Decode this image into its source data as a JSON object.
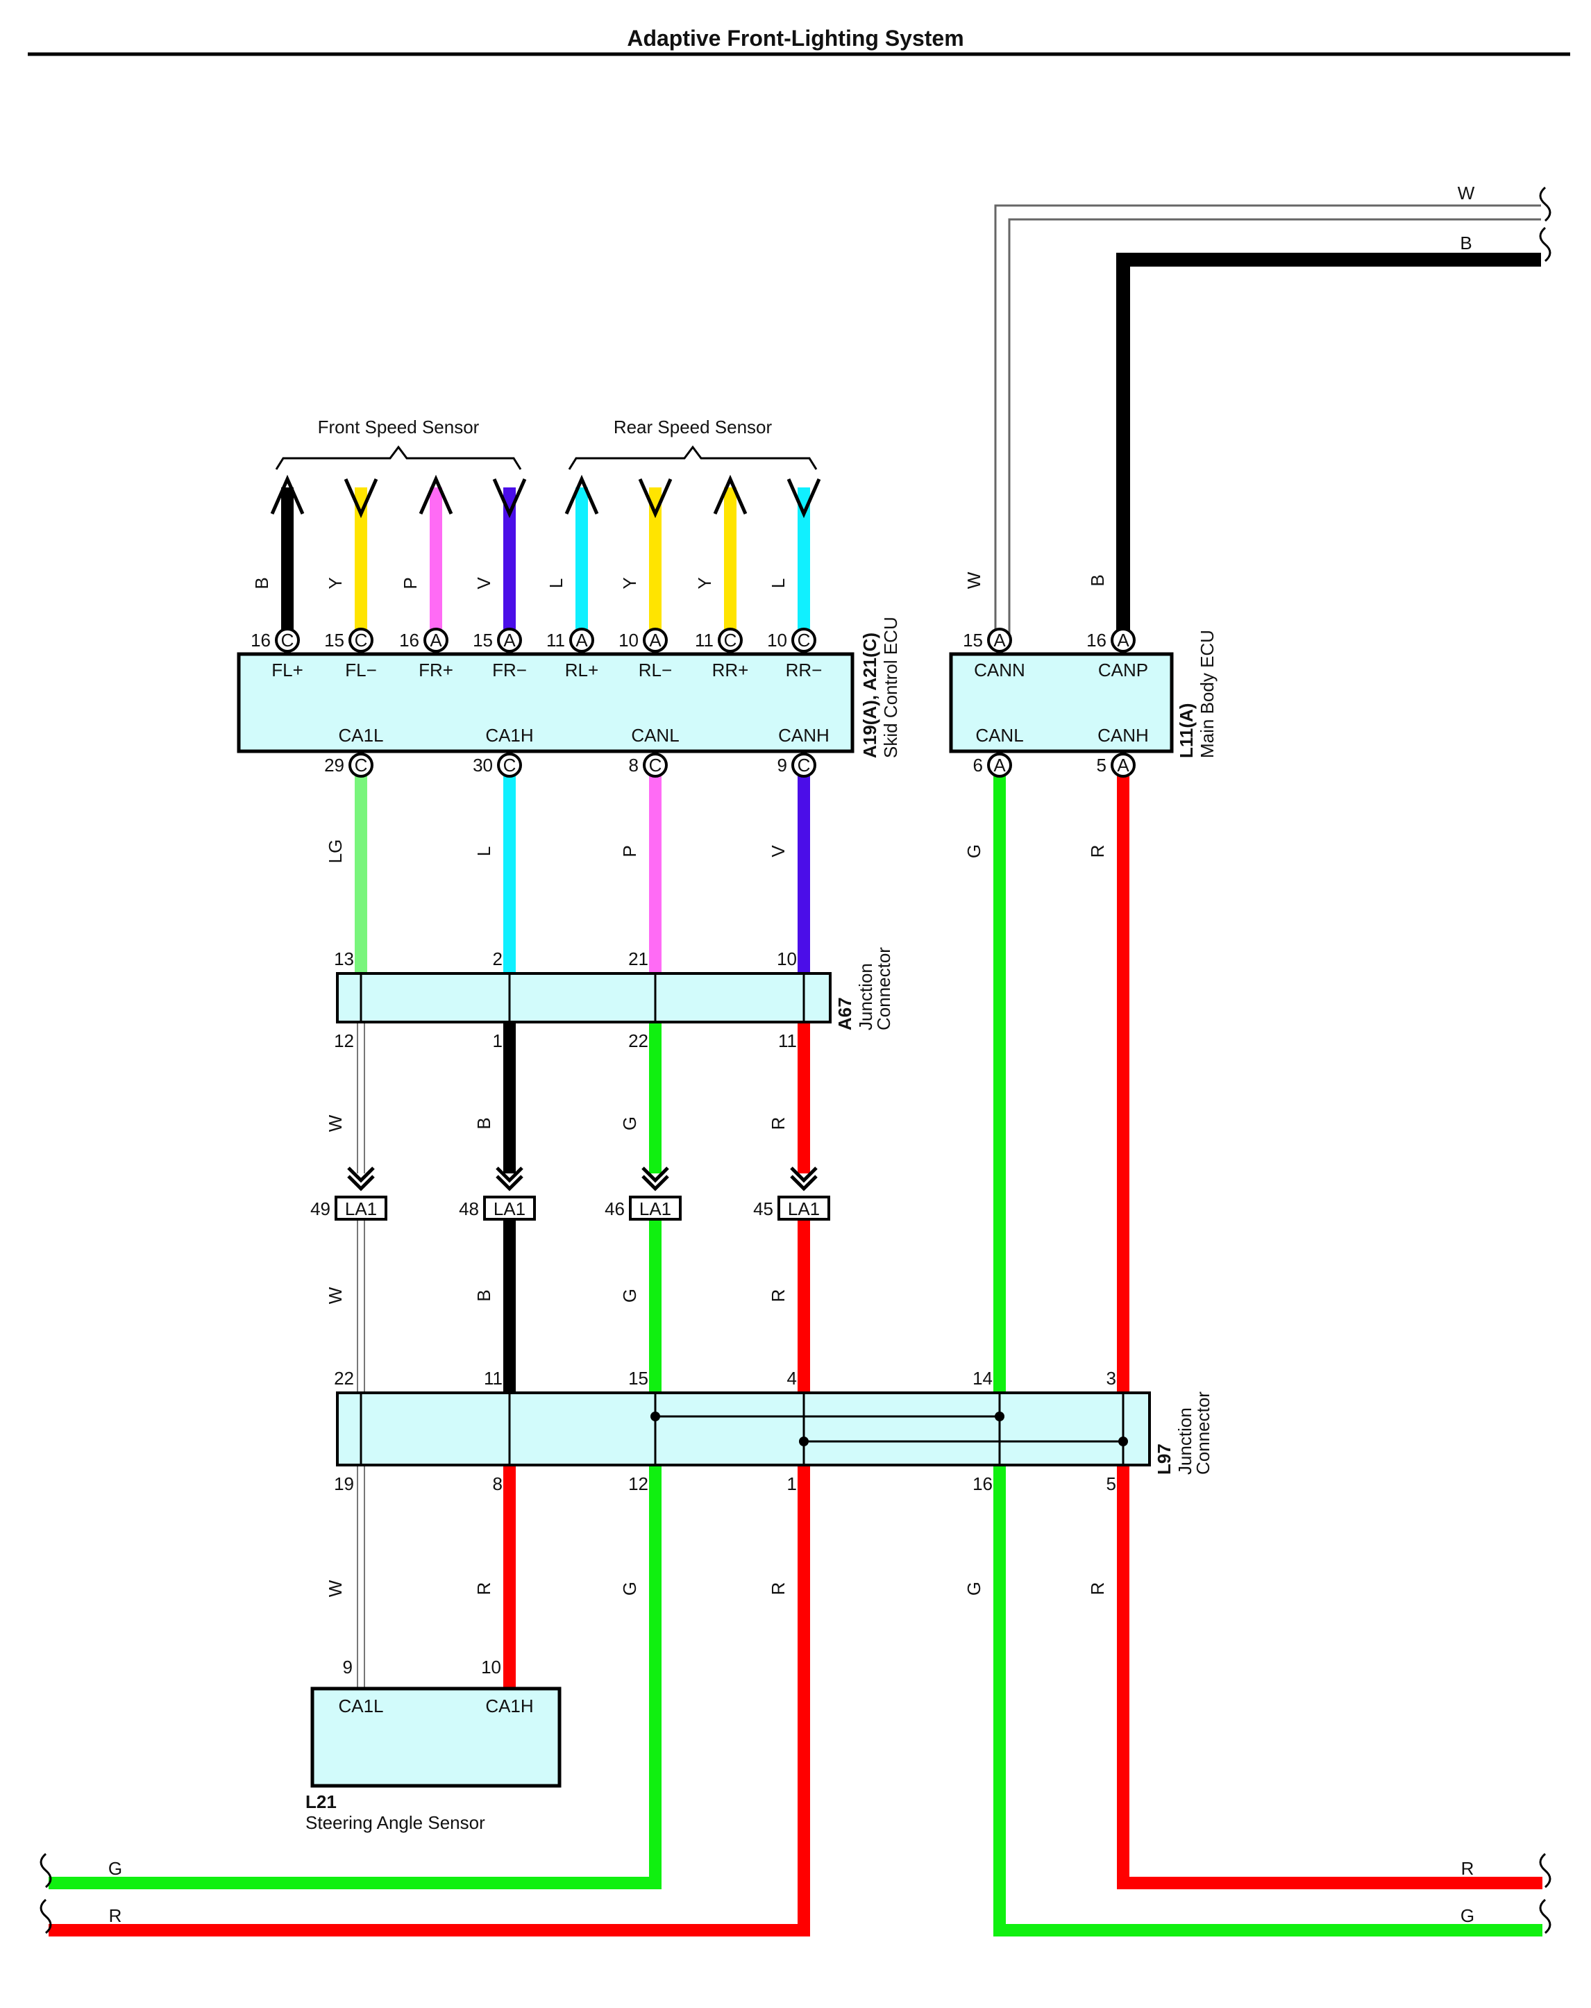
{
  "title": "Adaptive Front-Lighting System",
  "colors": {
    "B": "#000000",
    "W": "#ffffff",
    "Y": "#ffe400",
    "P": "#ff6bf5",
    "V": "#4b0ee8",
    "L": "#10f0ff",
    "LG": "#79f57c",
    "G": "#10f010",
    "R": "#ff0000",
    "box_fill": "#d2fbfb"
  },
  "top_wires": [
    {
      "key": "w",
      "label": "W"
    },
    {
      "key": "b",
      "label": "B"
    }
  ],
  "groups": {
    "front": "Front Speed Sensor",
    "rear": "Rear Speed Sensor"
  },
  "skid_ecu": {
    "code": "A19(A), A21(C)",
    "name": "Skid Control ECU",
    "top_terminals": [
      {
        "pin": "16",
        "conn": "C",
        "signal": "FL+",
        "wire": "B",
        "dir": "up"
      },
      {
        "pin": "15",
        "conn": "C",
        "signal": "FL−",
        "wire": "Y",
        "dir": "down"
      },
      {
        "pin": "16",
        "conn": "A",
        "signal": "FR+",
        "wire": "P",
        "dir": "up"
      },
      {
        "pin": "15",
        "conn": "A",
        "signal": "FR−",
        "wire": "V",
        "dir": "down"
      },
      {
        "pin": "11",
        "conn": "A",
        "signal": "RL+",
        "wire": "L",
        "dir": "up"
      },
      {
        "pin": "10",
        "conn": "A",
        "signal": "RL−",
        "wire": "Y",
        "dir": "down"
      },
      {
        "pin": "11",
        "conn": "C",
        "signal": "RR+",
        "wire": "Y",
        "dir": "up"
      },
      {
        "pin": "10",
        "conn": "C",
        "signal": "RR−",
        "wire": "L",
        "dir": "down"
      }
    ],
    "bottom_terminals": [
      {
        "pin": "29",
        "conn": "C",
        "signal": "CA1L",
        "wire": "LG"
      },
      {
        "pin": "30",
        "conn": "C",
        "signal": "CA1H",
        "wire": "L"
      },
      {
        "pin": "8",
        "conn": "C",
        "signal": "CANL",
        "wire": "P"
      },
      {
        "pin": "9",
        "conn": "C",
        "signal": "CANH",
        "wire": "V"
      }
    ]
  },
  "body_ecu": {
    "code": "L11(A)",
    "name": "Main Body ECU",
    "top_terminals": [
      {
        "pin": "15",
        "conn": "A",
        "signal": "CANN",
        "wire": "W"
      },
      {
        "pin": "16",
        "conn": "A",
        "signal": "CANP",
        "wire": "B"
      }
    ],
    "bottom_terminals": [
      {
        "pin": "6",
        "conn": "A",
        "signal": "CANL",
        "wire": "G"
      },
      {
        "pin": "5",
        "conn": "A",
        "signal": "CANH",
        "wire": "R"
      }
    ]
  },
  "a67": {
    "code": "A67",
    "name1": "Junction",
    "name2": "Connector",
    "top_pins": [
      "13",
      "2",
      "21",
      "10"
    ],
    "bottom_pins": [
      "12",
      "1",
      "22",
      "11"
    ],
    "out_wires": [
      "W",
      "B",
      "G",
      "R"
    ]
  },
  "la1": {
    "code": "LA1",
    "pins": [
      "49",
      "48",
      "46",
      "45"
    ],
    "wires": [
      "W",
      "B",
      "G",
      "R"
    ]
  },
  "l97": {
    "code": "L97",
    "name1": "Junction",
    "name2": "Connector",
    "top_pins": [
      "22",
      "11",
      "15",
      "4",
      "14",
      "3"
    ],
    "bottom_pins": [
      "19",
      "8",
      "12",
      "1",
      "16",
      "5"
    ],
    "out_wires": [
      "W",
      "R",
      "G",
      "R",
      "G",
      "R"
    ]
  },
  "l21": {
    "code": "L21",
    "name": "Steering Angle Sensor",
    "pins": [
      "9",
      "10"
    ],
    "signals": [
      "CA1L",
      "CA1H"
    ]
  },
  "bottom_wires": {
    "left_g": "G",
    "left_r": "R",
    "right_r": "R",
    "right_g": "G"
  }
}
